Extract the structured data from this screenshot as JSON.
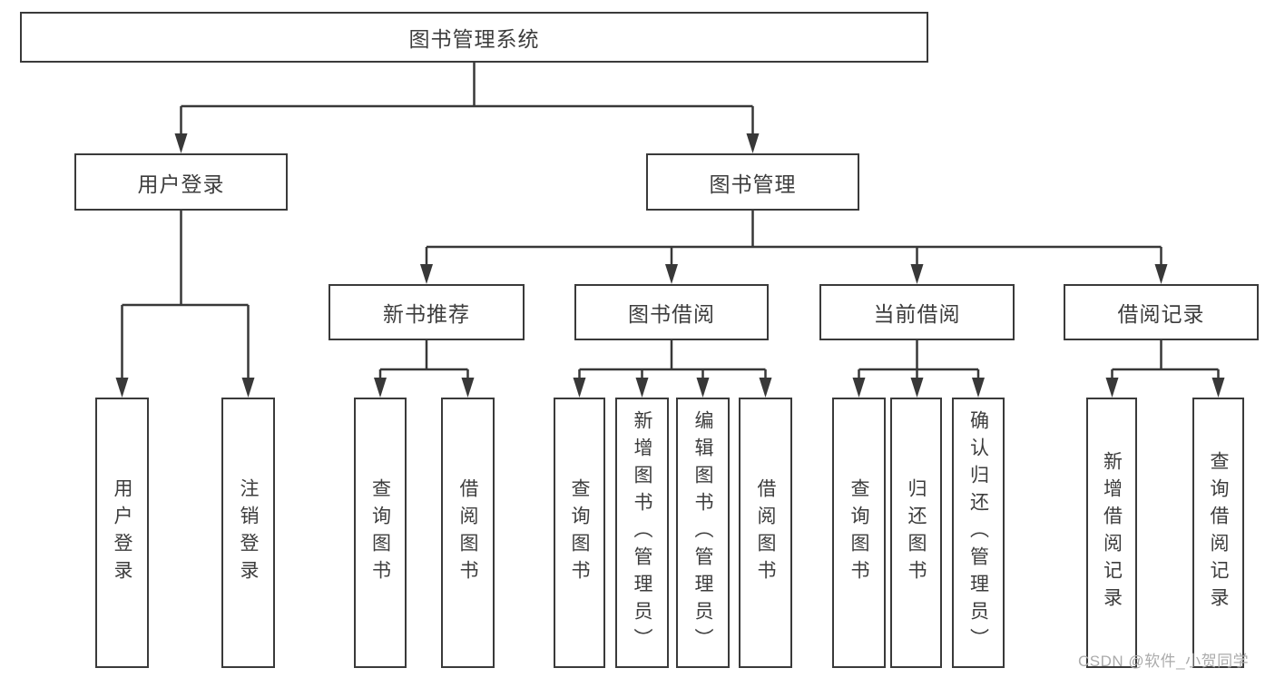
{
  "diagram": {
    "type": "tree",
    "root": {
      "label": "图书管理系统"
    },
    "level2": [
      {
        "label": "用户登录",
        "parent": "图书管理系统"
      },
      {
        "label": "图书管理",
        "parent": "图书管理系统"
      }
    ],
    "level3": [
      {
        "label": "新书推荐",
        "parent": "图书管理"
      },
      {
        "label": "图书借阅",
        "parent": "图书管理"
      },
      {
        "label": "当前借阅",
        "parent": "图书管理"
      },
      {
        "label": "借阅记录",
        "parent": "图书管理"
      }
    ],
    "leaves": [
      {
        "label": "用户登录",
        "parent": "用户登录"
      },
      {
        "label": "注销登录",
        "parent": "用户登录"
      },
      {
        "label": "查询图书",
        "parent": "新书推荐"
      },
      {
        "label": "借阅图书",
        "parent": "新书推荐"
      },
      {
        "label": "查询图书",
        "parent": "图书借阅"
      },
      {
        "label": "新增图书（管理员）",
        "parent": "图书借阅"
      },
      {
        "label": "编辑图书（管理员）",
        "parent": "图书借阅"
      },
      {
        "label": "借阅图书",
        "parent": "图书借阅"
      },
      {
        "label": "查询图书",
        "parent": "当前借阅"
      },
      {
        "label": "归还图书",
        "parent": "当前借阅"
      },
      {
        "label": "确认归还（管理员）",
        "parent": "当前借阅"
      },
      {
        "label": "新增借阅记录",
        "parent": "借阅记录"
      },
      {
        "label": "查询借阅记录",
        "parent": "借阅记录"
      }
    ]
  },
  "watermark": "CSDN @软件_小贺同学",
  "colors": {
    "line": "#383838",
    "box_border": "#3a3a3a",
    "text": "#3d3d3d",
    "watermark": "#ababab",
    "background": "#ffffff"
  }
}
